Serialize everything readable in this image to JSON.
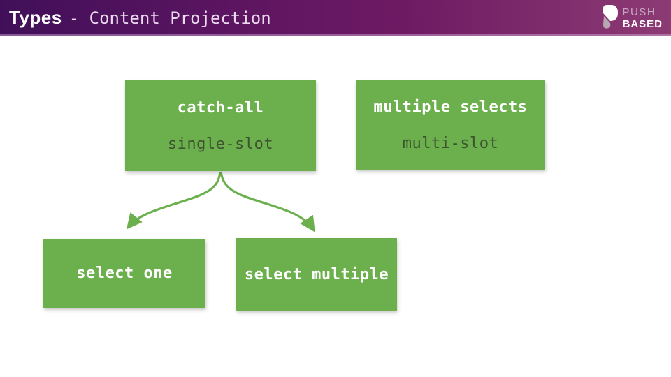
{
  "header": {
    "title_bold": "Types",
    "title_rest": "- Content Projection",
    "logo": {
      "line1": "PUSH",
      "line2": "BASED"
    }
  },
  "colors": {
    "header_gradient_left": "#410f59",
    "header_gradient_mid": "#6e1a63",
    "header_gradient_right": "#8d3b74",
    "box_green": "#6cb04e",
    "box_label_text": "#ffffff",
    "box_sublabel_text": "#3d5230",
    "arrow_green": "#6cb04e",
    "background": "#ffffff"
  },
  "diagram": {
    "boxes": [
      {
        "id": "catch-all",
        "label": "catch-all",
        "sublabel": "single-slot"
      },
      {
        "id": "multiple-selects",
        "label": "multiple selects",
        "sublabel": "multi-slot"
      },
      {
        "id": "select-one",
        "label": "select one",
        "sublabel": ""
      },
      {
        "id": "select-multiple",
        "label": "select multiple",
        "sublabel": ""
      }
    ],
    "arrows": [
      {
        "from": "catch-all",
        "to": "select-one"
      },
      {
        "from": "catch-all",
        "to": "select-multiple"
      }
    ]
  }
}
